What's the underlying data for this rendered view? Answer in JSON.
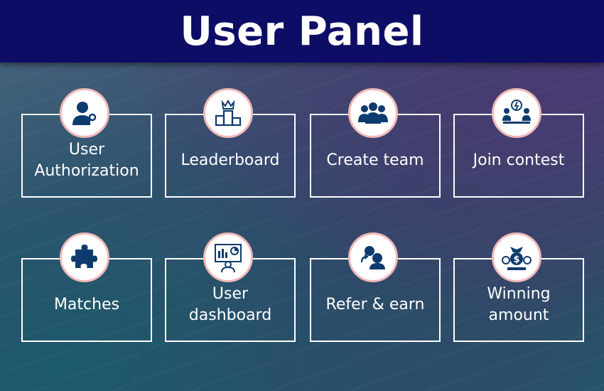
{
  "header": {
    "title": "User Panel"
  },
  "cards": [
    {
      "label": "User\nAuthorization",
      "icon": "user-key-icon"
    },
    {
      "label": "Leaderboard",
      "icon": "podium-crown-icon"
    },
    {
      "label": "Create team",
      "icon": "team-icon"
    },
    {
      "label": "Join contest",
      "icon": "contest-icon"
    },
    {
      "label": "Matches",
      "icon": "puzzle-piece-icon"
    },
    {
      "label": "User\ndashboard",
      "icon": "dashboard-presenter-icon"
    },
    {
      "label": "Refer & earn",
      "icon": "refer-people-icon"
    },
    {
      "label": "Winning\namount",
      "icon": "money-prize-icon"
    }
  ],
  "colors": {
    "header_bg": "#0d0d66",
    "icon_fill": "#0d3b6e",
    "badge_ring": "#f0b8b8"
  }
}
